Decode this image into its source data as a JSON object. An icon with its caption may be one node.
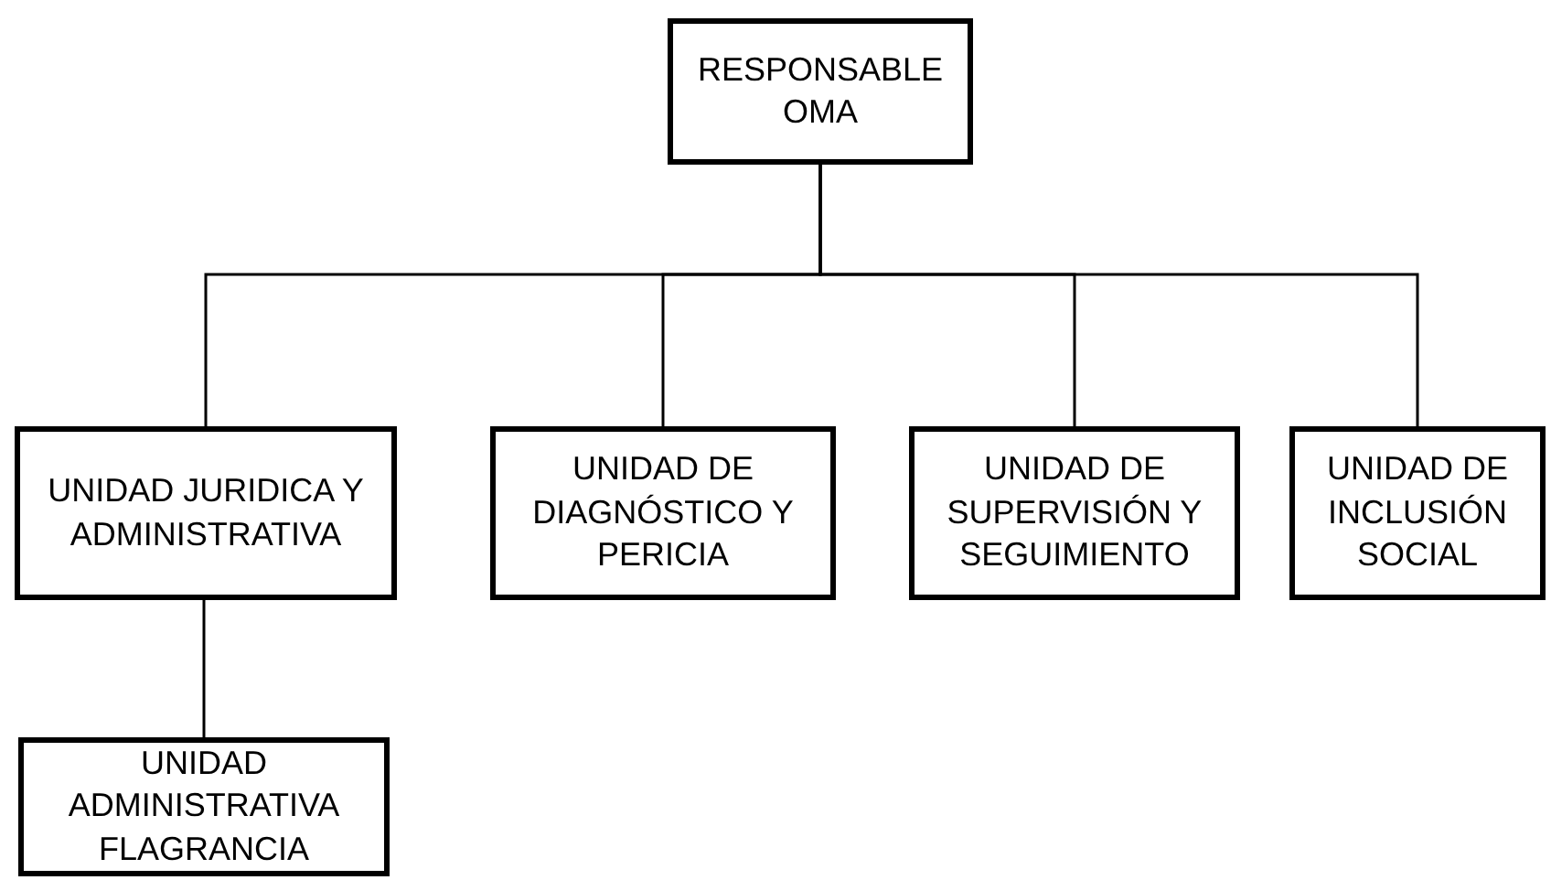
{
  "diagram": {
    "nodes": [
      {
        "text": [
          "RESPONSABLE OMA"
        ]
      },
      {
        "text": [
          "UNIDAD JURIDICA Y ADMINISTRATIVA"
        ]
      },
      {
        "text": [
          "UNIDAD DE DIAGNÓSTICO Y PERICIA"
        ]
      },
      {
        "text": [
          "UNIDAD DE SUPERVISIÓN Y SEGUIMIENTO"
        ]
      },
      {
        "text": [
          "UNIDAD DE INCLUSIÓN SOCIAL"
        ]
      },
      {
        "text": [
          "UNIDAD ADMINISTRATIVA FLAGRANCIA"
        ]
      }
    ],
    "edges": [
      {
        "from": 0,
        "to": 1,
        "arrow": "none"
      },
      {
        "from": 0,
        "to": 2,
        "arrow": "none"
      },
      {
        "from": 0,
        "to": 3,
        "arrow": "none"
      },
      {
        "from": 0,
        "to": 4,
        "arrow": "none"
      },
      {
        "from": 1,
        "to": 5,
        "arrow": "none"
      }
    ]
  }
}
